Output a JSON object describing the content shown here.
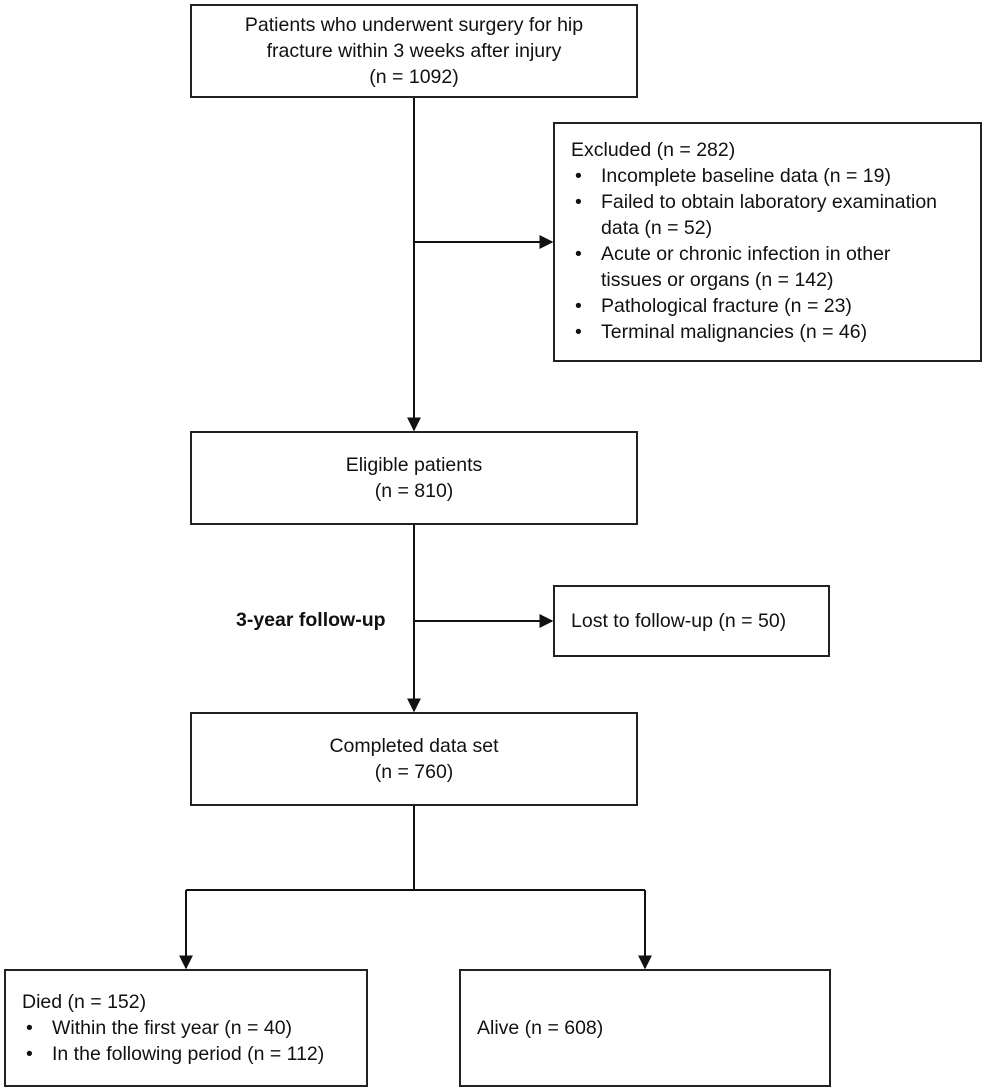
{
  "nodes": {
    "surgery": {
      "line1": "Patients who underwent surgery for hip",
      "line2": "fracture within 3 weeks after injury",
      "count": "(n = 1092)"
    },
    "excluded": {
      "title": "Excluded (n = 282)",
      "items": [
        [
          "Incomplete baseline data (n = 19)"
        ],
        [
          "Failed to obtain laboratory examination",
          "data (n = 52)"
        ],
        [
          "Acute or chronic infection in other",
          "tissues or organs (n = 142)"
        ],
        [
          "Pathological fracture (n = 23)"
        ],
        [
          "Terminal malignancies (n = 46)"
        ]
      ]
    },
    "eligible": {
      "title": "Eligible patients",
      "count": "(n = 810)"
    },
    "followup_label": "3-year follow-up",
    "lost": {
      "title": "Lost to follow-up (n = 50)"
    },
    "completed": {
      "title": "Completed data set",
      "count": "(n = 760)"
    },
    "died": {
      "title": "Died (n = 152)",
      "items": [
        [
          "Within the first year (n = 40)"
        ],
        [
          "In the following period (n = 112)"
        ]
      ]
    },
    "alive": {
      "title": "Alive (n = 608)"
    }
  }
}
